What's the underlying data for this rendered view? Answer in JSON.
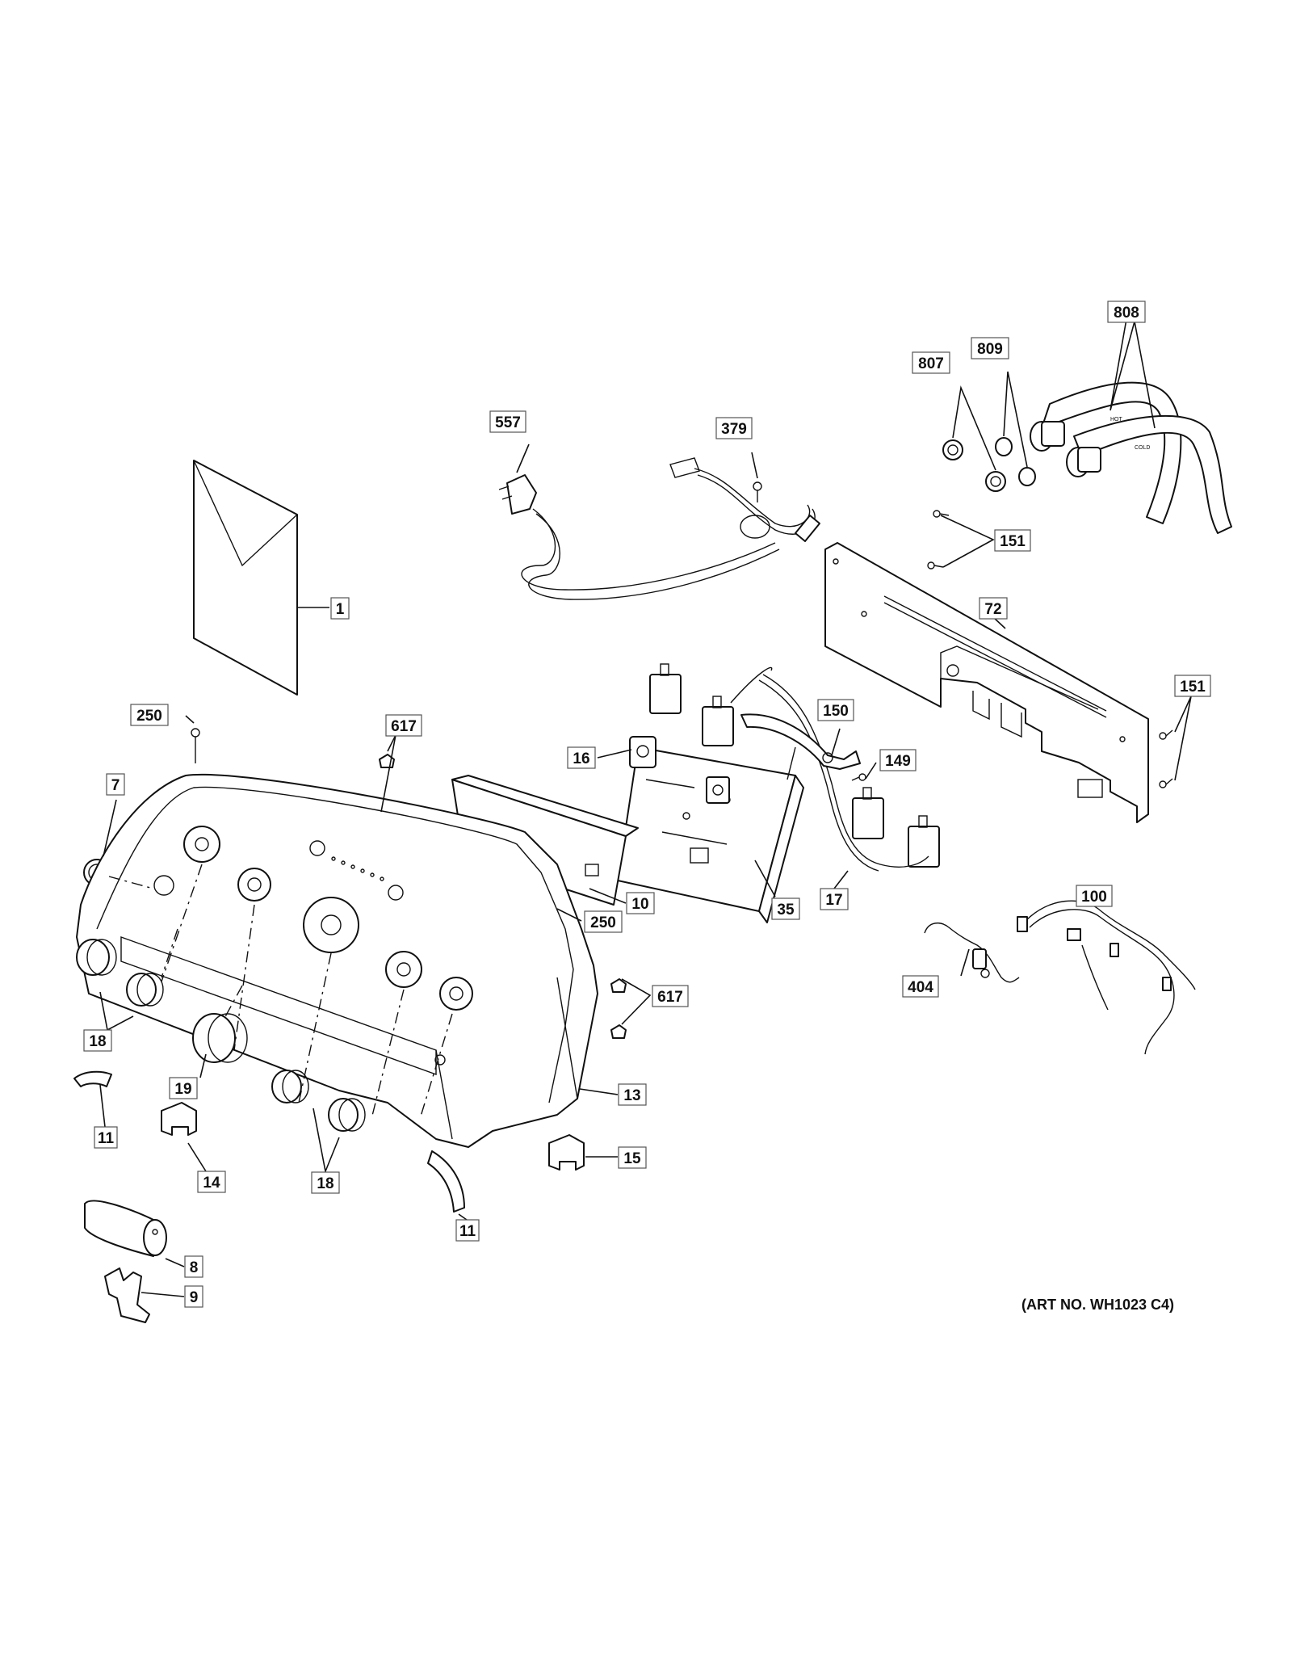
{
  "art_number": "(ART NO. WH1023 C4)",
  "hose_labels": {
    "hot": "HOT",
    "cold": "COLD"
  },
  "callouts": [
    {
      "id": "c1",
      "label": "1"
    },
    {
      "id": "c7",
      "label": "7"
    },
    {
      "id": "c8",
      "label": "8"
    },
    {
      "id": "c9",
      "label": "9"
    },
    {
      "id": "c10",
      "label": "10"
    },
    {
      "id": "c11a",
      "label": "11"
    },
    {
      "id": "c11b",
      "label": "11"
    },
    {
      "id": "c13",
      "label": "13"
    },
    {
      "id": "c14",
      "label": "14"
    },
    {
      "id": "c15",
      "label": "15"
    },
    {
      "id": "c16",
      "label": "16"
    },
    {
      "id": "c17",
      "label": "17"
    },
    {
      "id": "c18a",
      "label": "18"
    },
    {
      "id": "c18b",
      "label": "18"
    },
    {
      "id": "c19",
      "label": "19"
    },
    {
      "id": "c35",
      "label": "35"
    },
    {
      "id": "c72",
      "label": "72"
    },
    {
      "id": "c100",
      "label": "100"
    },
    {
      "id": "c149",
      "label": "149"
    },
    {
      "id": "c150",
      "label": "150"
    },
    {
      "id": "c151a",
      "label": "151"
    },
    {
      "id": "c151b",
      "label": "151"
    },
    {
      "id": "c250a",
      "label": "250"
    },
    {
      "id": "c250b",
      "label": "250"
    },
    {
      "id": "c379",
      "label": "379"
    },
    {
      "id": "c404",
      "label": "404"
    },
    {
      "id": "c557",
      "label": "557"
    },
    {
      "id": "c617a",
      "label": "617"
    },
    {
      "id": "c617b",
      "label": "617"
    },
    {
      "id": "c807",
      "label": "807"
    },
    {
      "id": "c808",
      "label": "808"
    },
    {
      "id": "c809",
      "label": "809"
    }
  ]
}
